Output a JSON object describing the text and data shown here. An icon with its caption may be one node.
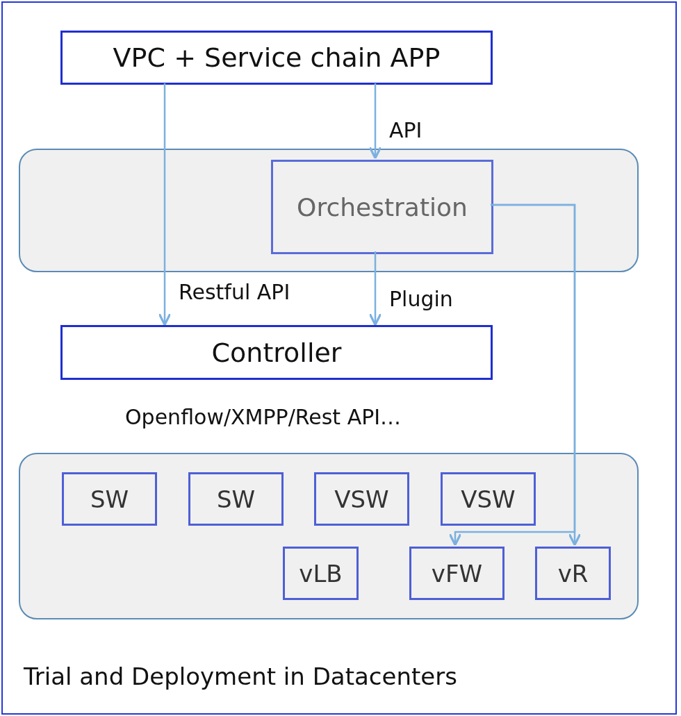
{
  "diagram": {
    "nodes": [
      {
        "text": [
          "Trial and Deployment in Datacenters"
        ]
      },
      {
        "text": [
          "VPC + Service chain APP"
        ],
        "in": 0
      },
      {
        "text": [],
        "shape": "box",
        "in": 0
      },
      {
        "text": [
          "Orchestration"
        ],
        "in": 2
      },
      {
        "text": [
          "Controller"
        ],
        "in": 0
      },
      {
        "text": [],
        "shape": "box",
        "in": 0
      },
      {
        "text": [
          "SW"
        ],
        "in": 5
      },
      {
        "text": [
          "SW"
        ],
        "in": 5
      },
      {
        "text": [
          "VSW"
        ],
        "in": 5
      },
      {
        "text": [
          "VSW"
        ],
        "in": 5
      },
      {
        "text": [
          "vLB"
        ],
        "in": 5
      },
      {
        "text": [
          "vFW"
        ],
        "in": 5
      },
      {
        "text": [
          "vR"
        ],
        "in": 5
      }
    ],
    "edges": [
      {
        "from": 1,
        "to": 3,
        "arrow": "to",
        "label": "API"
      },
      {
        "from": 1,
        "to": 4,
        "arrow": "to",
        "label": "Restful API"
      },
      {
        "from": 3,
        "to": 4,
        "arrow": "to",
        "label": "Plugin"
      },
      {
        "from": 3,
        "to": 12,
        "arrow": "to"
      },
      {
        "from": 3,
        "to": 11,
        "arrow": "to"
      }
    ],
    "labels": [
      "Openflow/XMPP/Rest API…"
    ]
  }
}
